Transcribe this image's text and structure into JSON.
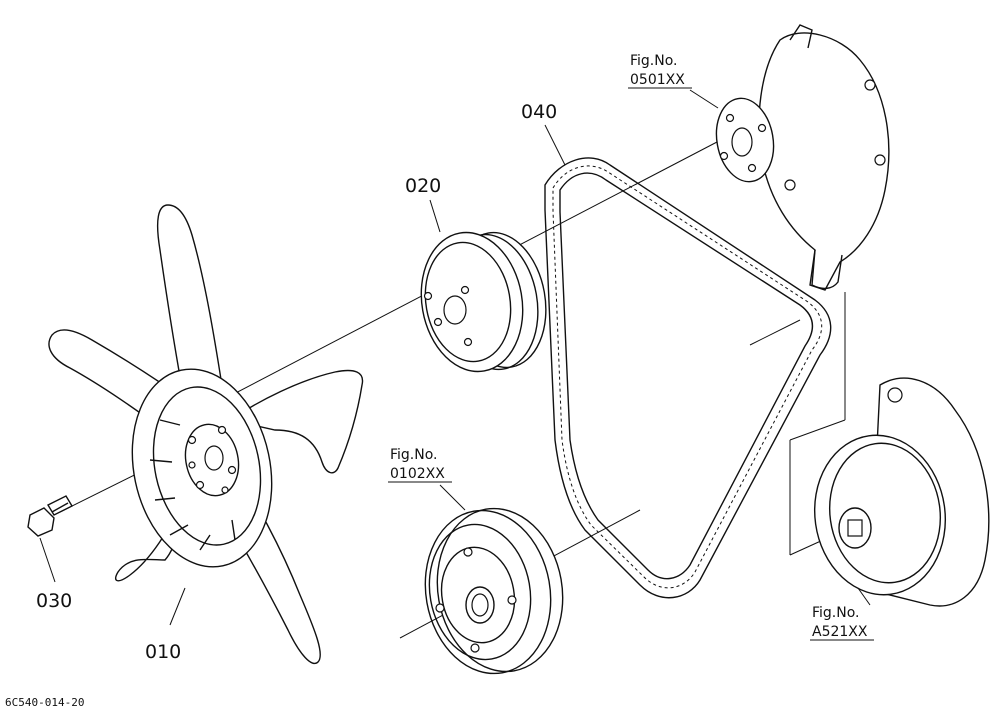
{
  "parts": [
    {
      "id": "fan",
      "label": "010"
    },
    {
      "id": "fan-pulley",
      "label": "020"
    },
    {
      "id": "bolt",
      "label": "030"
    },
    {
      "id": "fan-belt",
      "label": "040"
    }
  ],
  "figure_refs": [
    {
      "id": "water-pump",
      "line1": "Fig.No.",
      "line2": "0501XX"
    },
    {
      "id": "crankshaft-pulley",
      "line1": "Fig.No.",
      "line2": "0102XX"
    },
    {
      "id": "alternator",
      "line1": "Fig.No.",
      "line2": "A521XX"
    }
  ],
  "drawing_code": "6C540-014-20"
}
